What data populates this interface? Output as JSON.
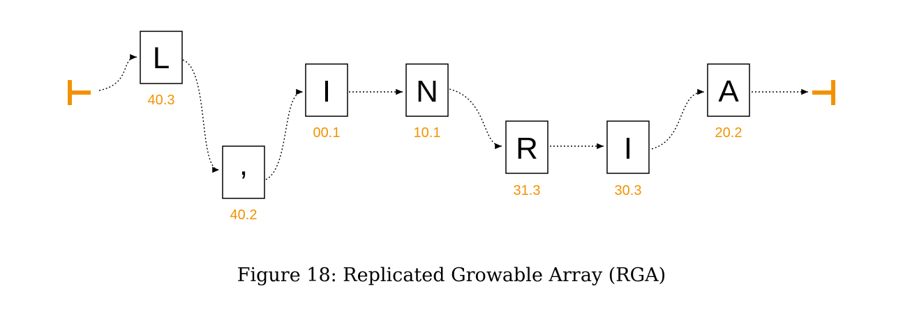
{
  "caption": "Figure 18: Replicated Growable Array (RGA)",
  "accent_color": "#F39200",
  "start_marker": "start-terminator-icon",
  "end_marker": "end-terminator-icon",
  "nodes": [
    {
      "char": "L",
      "id": "40.3"
    },
    {
      "char": ",",
      "id": "40.2"
    },
    {
      "char": "I",
      "id": "00.1"
    },
    {
      "char": "N",
      "id": "10.1"
    },
    {
      "char": "R",
      "id": "31.3"
    },
    {
      "char": "I",
      "id": "30.3"
    },
    {
      "char": "A",
      "id": "20.2"
    }
  ]
}
